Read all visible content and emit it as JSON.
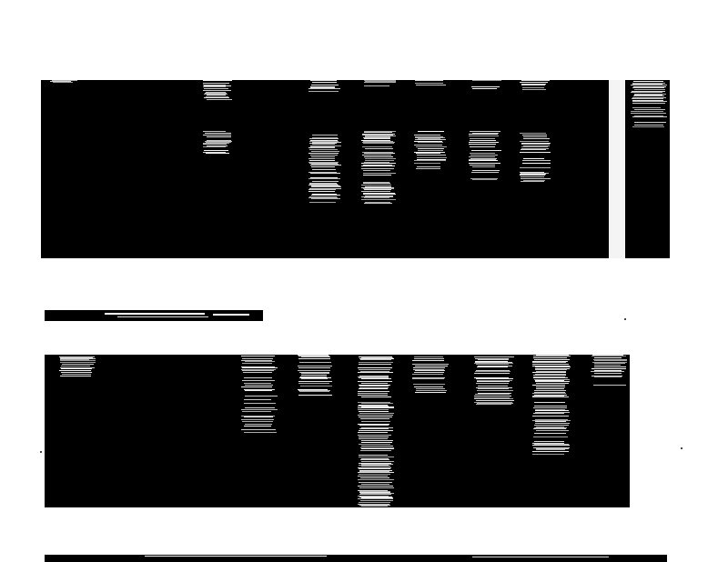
{
  "image": {
    "kind": "electrophoresis-gel-scan",
    "colors": {
      "background": "#ffffff",
      "gel": "#000000",
      "band": "#ffffff"
    },
    "panels": [
      {
        "name": "upper-gel",
        "lane_count": 10
      },
      {
        "name": "lower-gel",
        "lane_count": 10
      }
    ]
  }
}
